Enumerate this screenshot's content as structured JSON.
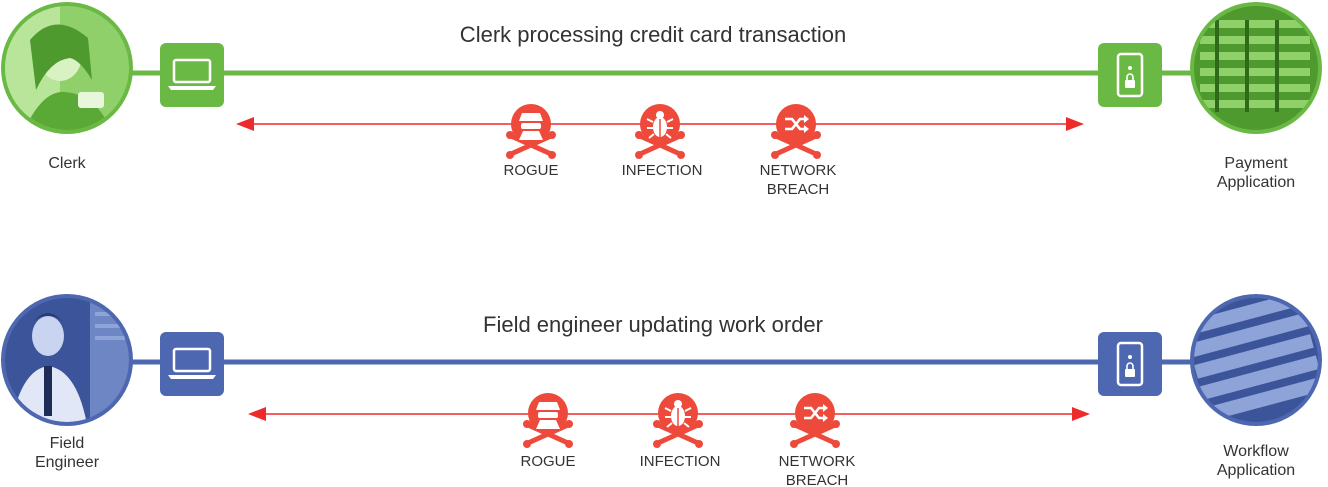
{
  "flows": [
    {
      "title": "Clerk processing credit card transaction",
      "color": "#6ab944",
      "user_lines": [
        "Clerk"
      ],
      "app_lines": [
        "Payment",
        "Application"
      ],
      "user_photo": "clerk-photo",
      "app_photo": "server-rack-photo"
    },
    {
      "title": "Field engineer updating work order",
      "color": "#4d67b0",
      "user_lines": [
        "Field",
        "Engineer"
      ],
      "app_lines": [
        "Workflow",
        "Application"
      ],
      "user_photo": "field-engineer-photo",
      "app_photo": "server-blade-photo"
    }
  ],
  "threats": [
    {
      "icon": "rogue-hacker-icon",
      "lines": [
        "ROGUE"
      ]
    },
    {
      "icon": "infection-bug-icon",
      "lines": [
        "INFECTION"
      ]
    },
    {
      "icon": "network-breach-icon",
      "lines": [
        "NETWORK",
        "BREACH"
      ]
    }
  ],
  "colors": {
    "threat": "#ee4a3b",
    "arrow": "#ee2b2b",
    "text": "#333333"
  }
}
